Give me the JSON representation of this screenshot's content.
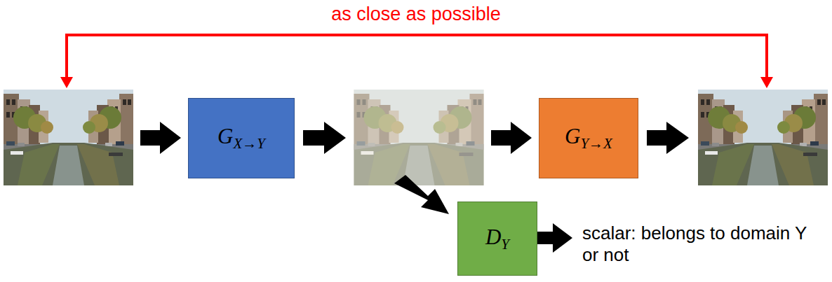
{
  "diagram": {
    "nodes": [
      {
        "text": [
          "G",
          "X→Y"
        ]
      },
      {
        "text": [
          "G",
          "Y→X"
        ]
      },
      {
        "text": [
          "D",
          "Y"
        ]
      }
    ],
    "labels": [
      "as close as possible",
      "scalar: belongs to domain Y or not"
    ]
  }
}
